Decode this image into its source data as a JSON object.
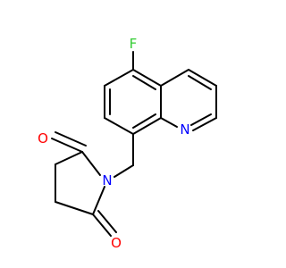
{
  "molecule": {
    "atoms": [
      {
        "id": "F",
        "label": "F",
        "color": "#33cc33"
      },
      {
        "id": "Nq",
        "label": "N",
        "color": "#0000ff"
      },
      {
        "id": "Ni",
        "label": "N",
        "color": "#0000ff"
      },
      {
        "id": "O1",
        "label": "O",
        "color": "#ff0000"
      },
      {
        "id": "O2",
        "label": "O",
        "color": "#ff0000"
      }
    ],
    "colors": {
      "bond": "#000000",
      "fluorine": "#33cc33",
      "nitrogen": "#0000ff",
      "oxygen": "#ff0000"
    }
  }
}
